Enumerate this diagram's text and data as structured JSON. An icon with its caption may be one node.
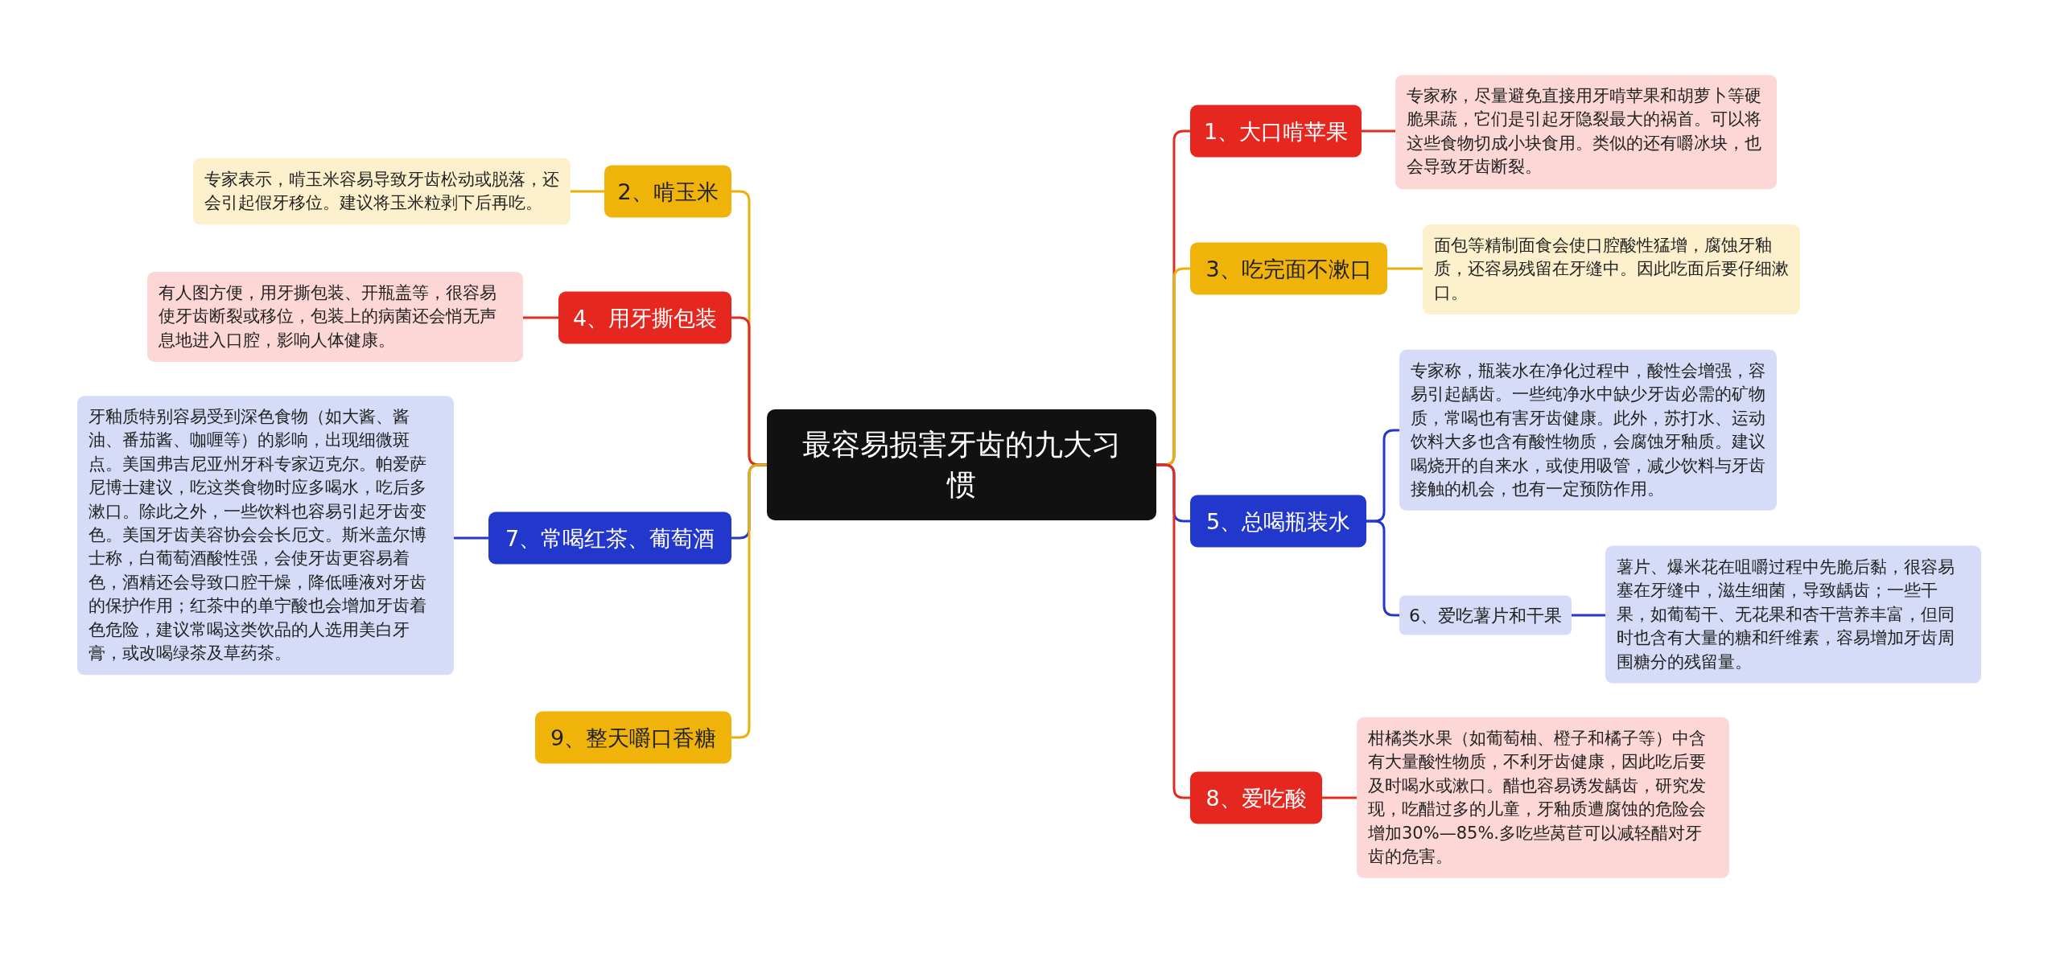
{
  "diagram": {
    "nodes": [
      {
        "text": [
          "最容易损害牙齿的九大习惯"
        ]
      },
      {
        "text": [
          "1、大口啃苹果"
        ]
      },
      {
        "text": [
          "专家称，尽量避免直接用牙啃苹果和胡萝卜等硬脆果蔬，它们是引起牙隐裂最大的祸首。可以将这些食物切成小块食用。类似的还有嚼冰块，也会导致牙齿断裂。"
        ]
      },
      {
        "text": [
          "2、啃玉米"
        ]
      },
      {
        "text": [
          "专家表示，啃玉米容易导致牙齿松动或脱落，还会引起假牙移位。建议将玉米粒剥下后再吃。"
        ]
      },
      {
        "text": [
          "3、吃完面不漱口"
        ]
      },
      {
        "text": [
          "面包等精制面食会使口腔酸性猛增，腐蚀牙釉质，还容易残留在牙缝中。因此吃面后要仔细漱口。"
        ]
      },
      {
        "text": [
          "4、用牙撕包装"
        ]
      },
      {
        "text": [
          "有人图方便，用牙撕包装、开瓶盖等，很容易使牙齿断裂或移位，包装上的病菌还会悄无声息地进入口腔，影响人体健康。"
        ]
      },
      {
        "text": [
          "5、总喝瓶装水"
        ]
      },
      {
        "text": [
          "专家称，瓶装水在净化过程中，酸性会增强，容易引起龋齿。一些纯净水中缺少牙齿必需的矿物质，常喝也有害牙齿健康。此外，苏打水、运动饮料大多也含有酸性物质，会腐蚀牙釉质。建议喝烧开的自来水，或使用吸管，减少饮料与牙齿接触的机会，也有一定预防作用。"
        ]
      },
      {
        "text": [
          "6、爱吃薯片和干果"
        ]
      },
      {
        "text": [
          "薯片、爆米花在咀嚼过程中先脆后黏，很容易塞在牙缝中，滋生细菌，导致龋齿；一些干果，如葡萄干、无花果和杏干营养丰富，但同时也含有大量的糖和纤维素，容易增加牙齿周围糖分的残留量。"
        ]
      },
      {
        "text": [
          "7、常喝红茶、葡萄酒"
        ]
      },
      {
        "text": [
          "牙釉质特别容易受到深色食物（如大酱、酱油、番茄酱、咖喱等）的影响，出现细微斑点。美国弗吉尼亚州牙科专家迈克尔。帕爱萨尼博士建议，吃这类食物时应多喝水，吃后多漱口。除此之外，一些饮料也容易引起牙齿变色。美国牙齿美容协会会长厄文。斯米盖尔博士称，白葡萄酒酸性强，会使牙齿更容易着色，酒精还会导致口腔干燥，降低唾液对牙齿的保护作用；红茶中的单宁酸也会增加牙齿着色危险，建议常喝这类饮品的人选用美白牙膏，或改喝绿茶及草药茶。"
        ]
      },
      {
        "text": [
          "8、爱吃酸"
        ]
      },
      {
        "text": [
          "柑橘类水果（如葡萄柚、橙子和橘子等）中含有大量酸性物质，不利牙齿健康，因此吃后要及时喝水或漱口。醋也容易诱发龋齿，研究发现，吃醋过多的儿童，牙釉质遭腐蚀的危险会增加30%—85%.多吃些莴苣可以减轻醋对牙齿的危害。"
        ]
      },
      {
        "text": [
          "9、整天嚼口香糖"
        ]
      }
    ],
    "edges": [
      {
        "from": 0,
        "to": 1,
        "arrow": "none",
        "color": "#e32b1f"
      },
      {
        "from": 1,
        "to": 2,
        "arrow": "none",
        "color": "#e32b1f"
      },
      {
        "from": 0,
        "to": 3,
        "arrow": "none",
        "color": "#e8b10a"
      },
      {
        "from": 3,
        "to": 4,
        "arrow": "none",
        "color": "#e8b10a"
      },
      {
        "from": 0,
        "to": 5,
        "arrow": "none",
        "color": "#e8b10a"
      },
      {
        "from": 5,
        "to": 6,
        "arrow": "none",
        "color": "#e8b10a"
      },
      {
        "from": 0,
        "to": 7,
        "arrow": "none",
        "color": "#e32b1f"
      },
      {
        "from": 7,
        "to": 8,
        "arrow": "none",
        "color": "#e32b1f"
      },
      {
        "from": 0,
        "to": 9,
        "arrow": "none",
        "color": "#2238c9"
      },
      {
        "from": 9,
        "to": 10,
        "arrow": "none",
        "color": "#2238c9"
      },
      {
        "from": 9,
        "to": 11,
        "arrow": "none",
        "color": "#2238c9"
      },
      {
        "from": 11,
        "to": 12,
        "arrow": "none",
        "color": "#2238c9"
      },
      {
        "from": 0,
        "to": 13,
        "arrow": "none",
        "color": "#2238c9"
      },
      {
        "from": 13,
        "to": 14,
        "arrow": "none",
        "color": "#2238c9"
      },
      {
        "from": 0,
        "to": 15,
        "arrow": "none",
        "color": "#e32b1f"
      },
      {
        "from": 15,
        "to": 16,
        "arrow": "none",
        "color": "#e32b1f"
      },
      {
        "from": 0,
        "to": 17,
        "arrow": "none",
        "color": "#e8b10a"
      }
    ]
  }
}
